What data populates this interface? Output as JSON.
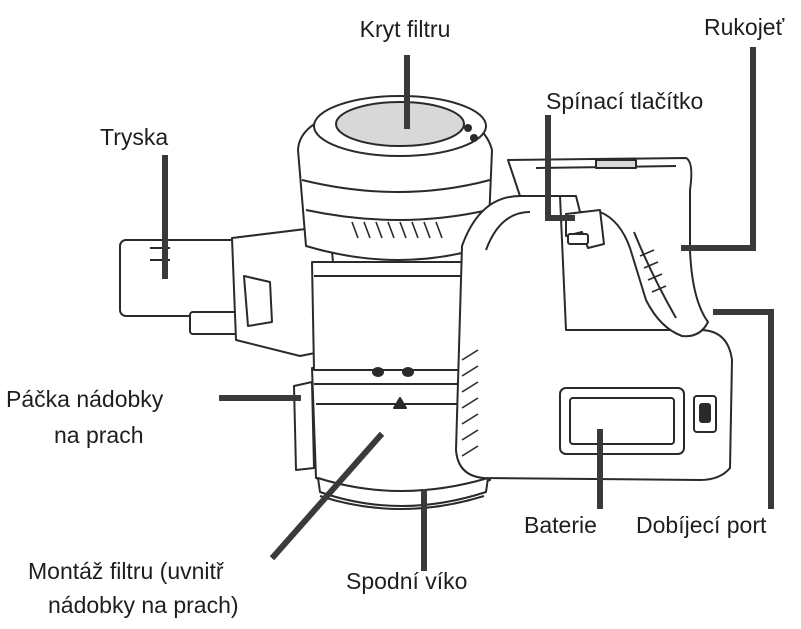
{
  "labels": {
    "kryt_filtru": "Kryt filtru",
    "rukojet": "Rukojeť",
    "spinaci_tlacitko": "Spínací tlačítko",
    "tryska": "Tryska",
    "packa_line1": "Páčka nádobky",
    "packa_line2": "na prach",
    "baterie": "Baterie",
    "dobijeci_port": "Dobíjecí port",
    "montaz_line1": "Montáž filtru (uvnitř",
    "montaz_line2": "nádobky na prach)",
    "spodni_viko": "Spodní víko"
  },
  "colors": {
    "text": "#1e1e1e",
    "leader": "#3a3a3a",
    "outline": "#2a2a2a",
    "fill": "#ffffff",
    "shade": "#d8d8d8"
  }
}
